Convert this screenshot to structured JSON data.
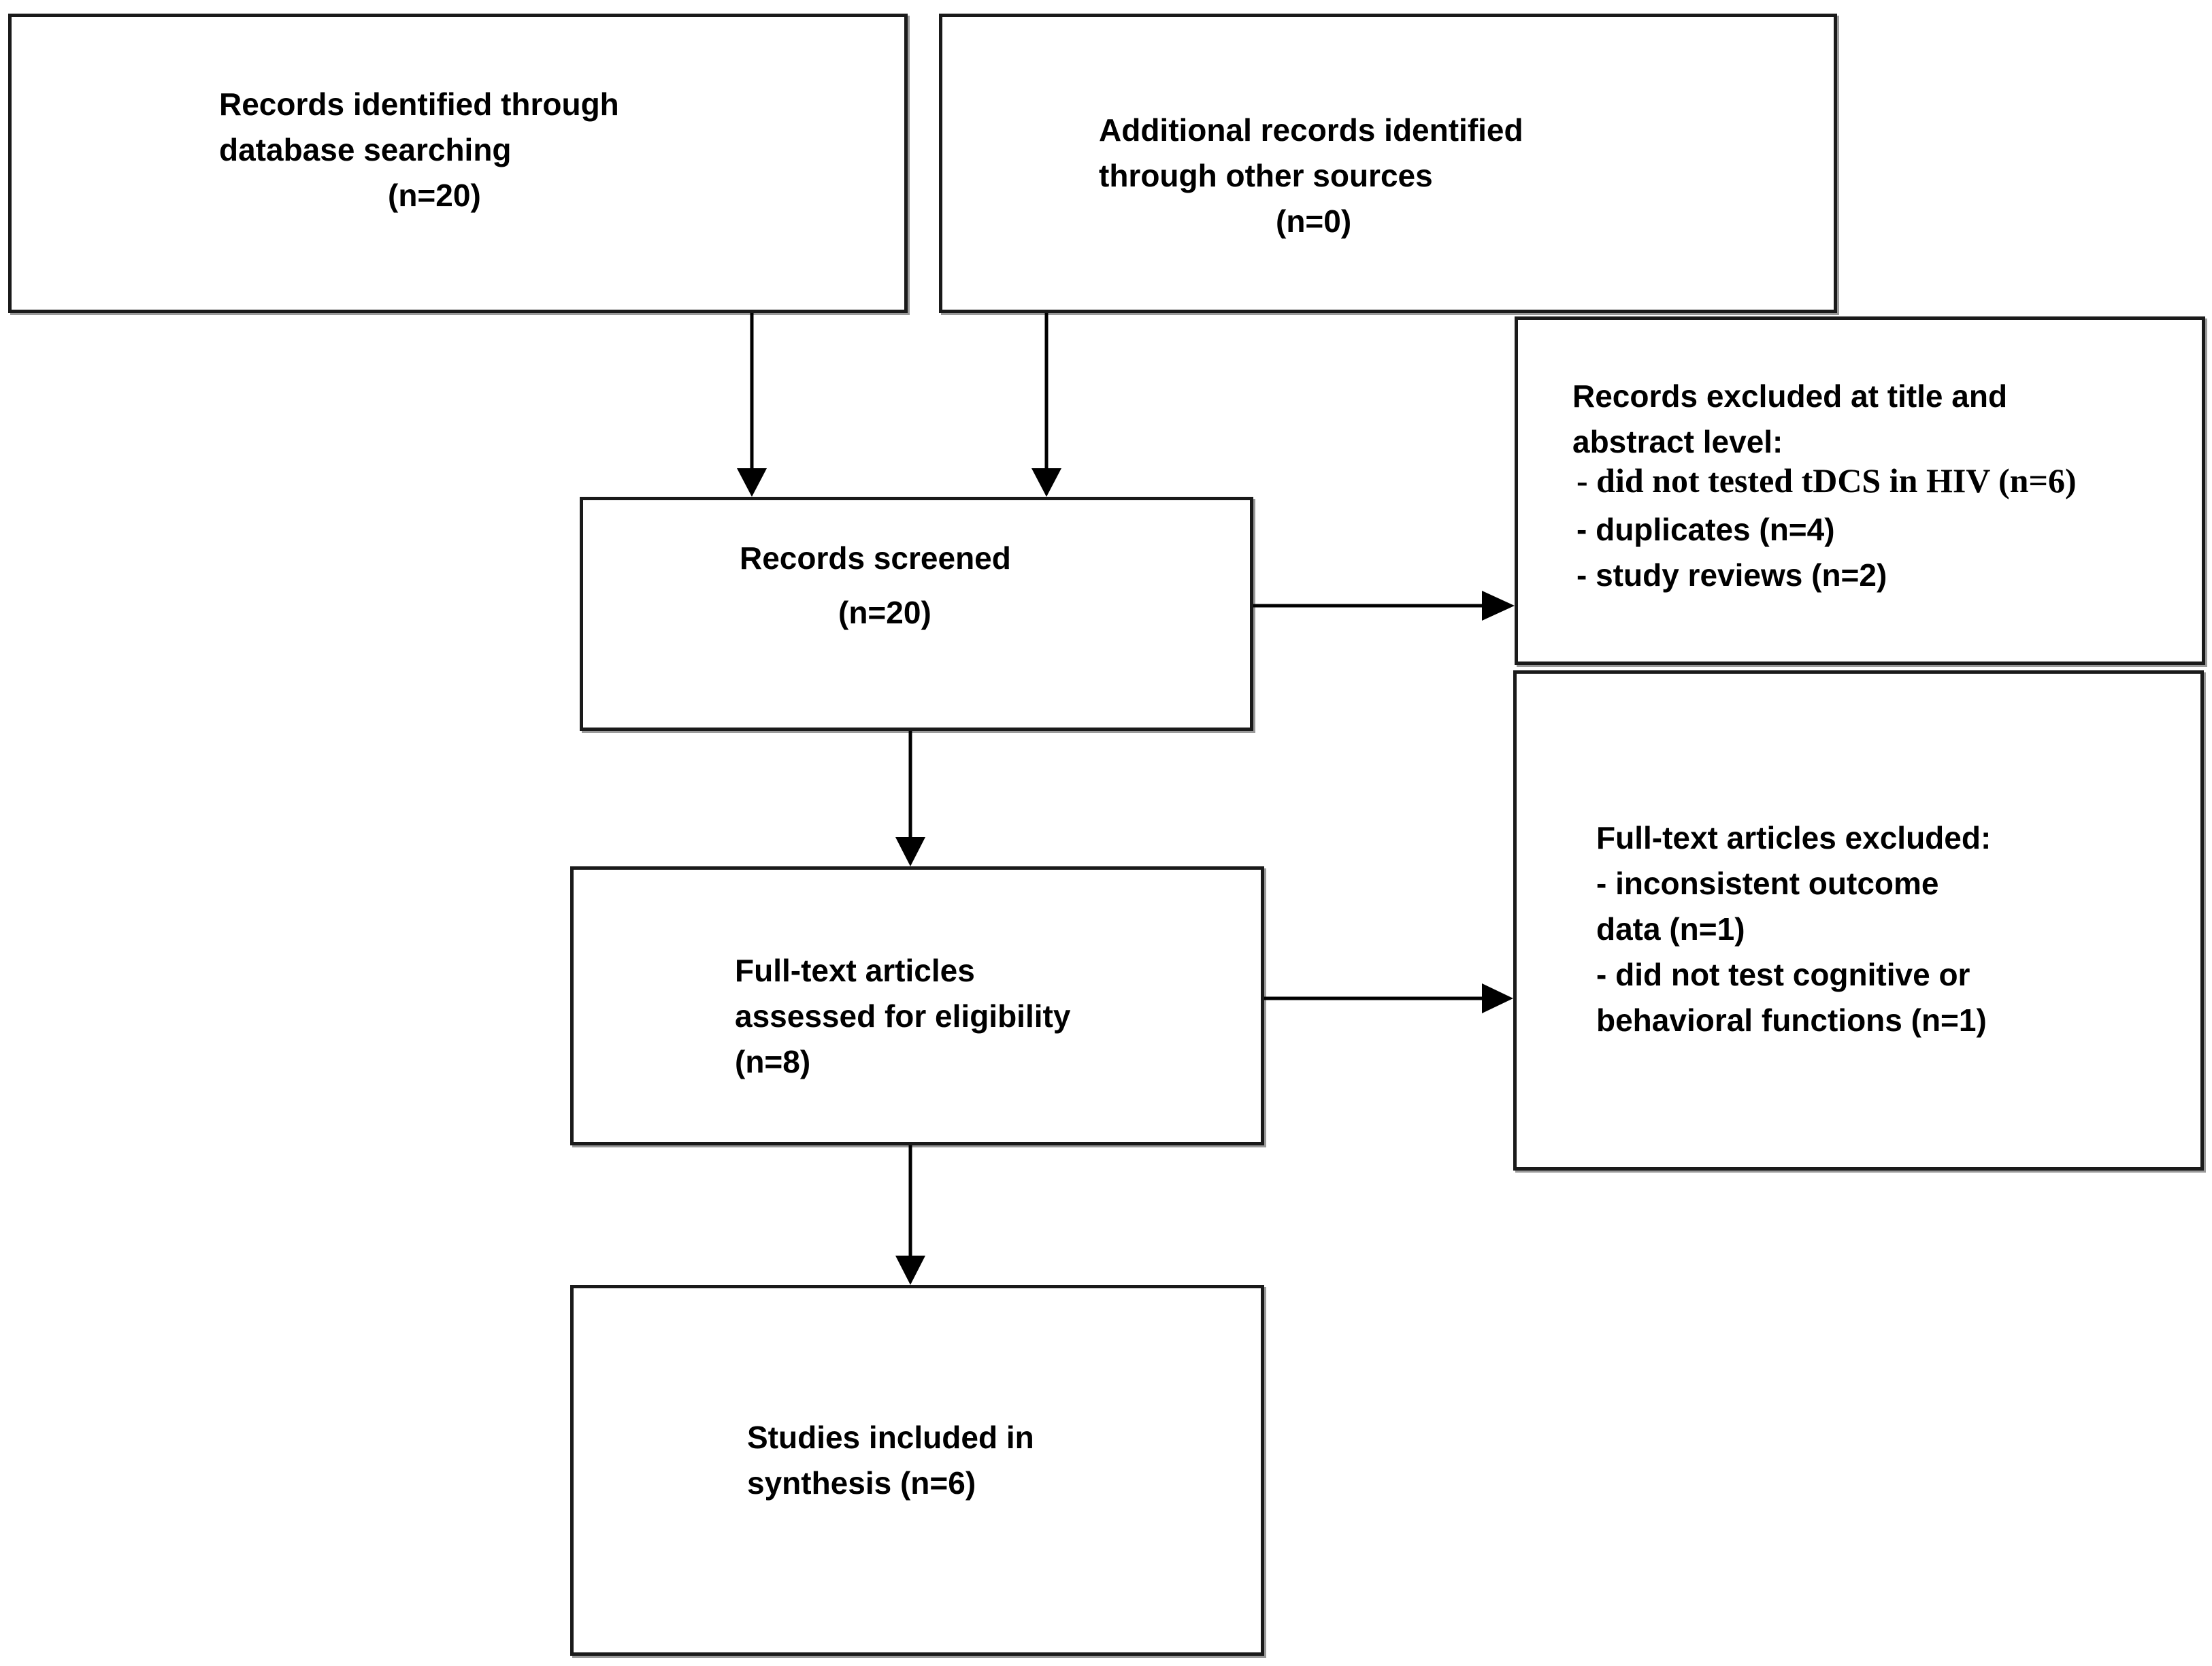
{
  "boxes": {
    "identified": {
      "line1": "Records identified through",
      "line2": "database searching",
      "line3": "(n=20)"
    },
    "additional": {
      "line1": "Additional records identified",
      "line2": "through other sources",
      "line3": "(n=0)"
    },
    "screened": {
      "line1": "Records screened",
      "line2": "(n=20)"
    },
    "excluded_title": {
      "line1": "Records excluded at title and",
      "line2": "abstract level:",
      "item1": "- did not tested tDCS in HIV (n=6)",
      "item2": "- duplicates (n=4)",
      "item3": "- study reviews (n=2)"
    },
    "assessed": {
      "line1": "Full-text articles",
      "line2": "assessed for eligibility",
      "line3": "(n=8)"
    },
    "excluded_fulltext": {
      "line1": "Full-text articles excluded:",
      "line2": "- inconsistent outcome",
      "line3": "data (n=1)",
      "line4": "- did not test cognitive or",
      "line5": "behavioral functions (n=1)"
    },
    "included": {
      "line1": "Studies included in",
      "line2": "synthesis (n=6)"
    }
  }
}
